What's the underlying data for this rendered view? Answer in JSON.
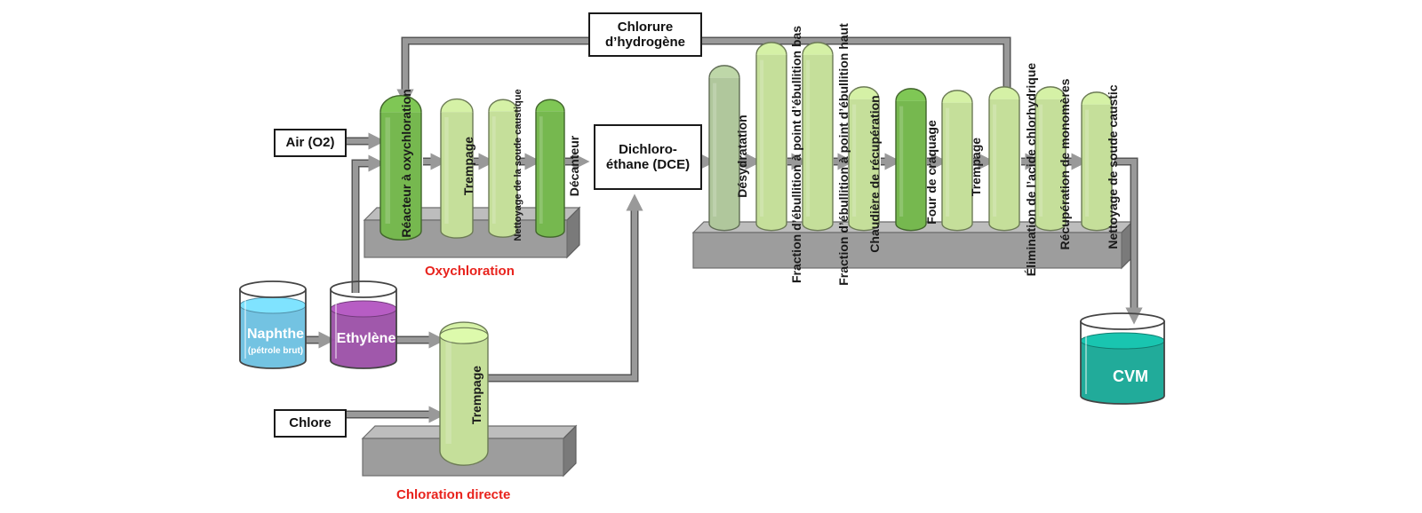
{
  "boxes": {
    "hcl": "Chlorure d’hydrogène",
    "air": "Air (O2)",
    "dce": "Dichloro-éthane (DCE)",
    "chlore": "Chlore"
  },
  "sections": {
    "oxychloration": "Oxychloration",
    "chloration": "Chloration directe"
  },
  "columns": {
    "reacteur": "Réacteur à oxychloration",
    "trempage1": "Trempage",
    "nettoyage1": "Nettoyage de la soude caustique",
    "decanteur": "Décanteur",
    "trempage_direct": "Trempage",
    "desydratation": "Désydratation",
    "fraction_bas": "Fraction d’ébullition à point d’ébullition bas",
    "fraction_haut": "Fraction d’ébullition à point d’ébullition haut",
    "chaudiere": "Chaudière de récupération",
    "four": "Four de craquage",
    "trempage2": "Trempage",
    "elimination": "Élimination de l’acide chlorhydrique",
    "recuperation": "Récupération de monomères",
    "nettoyage2": "Nettoyage de soude caustic"
  },
  "tanks": {
    "naphthe": "Naphthe",
    "naphthe_sub": "(pétrole brut)",
    "ethylene": "Ethylène",
    "cvm": "CVM"
  },
  "colors": {
    "light_green": "#c5df9a",
    "dark_green": "#76b84f",
    "sage": "#b0c79c",
    "platform": "#9d9d9d",
    "arrow": "#a6a6a6",
    "section_red": "#e8231d",
    "naphthe_blue": "#6cc0e0",
    "ethylene_purple": "#9b4fa6",
    "cvm_teal": "#15a795"
  }
}
